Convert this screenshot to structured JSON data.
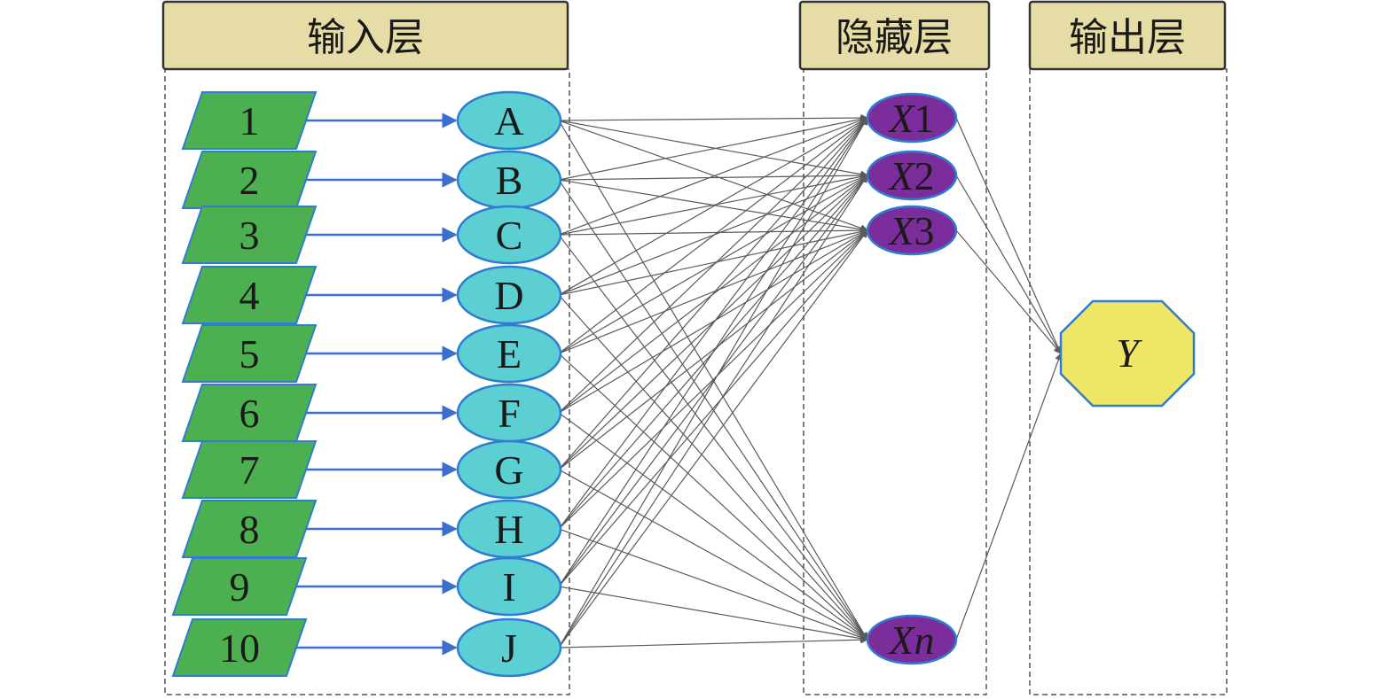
{
  "colors": {
    "header_fill": "#e6dca6",
    "input_fill": "#4caf50",
    "input_stroke": "#2e7dd1",
    "feature_fill": "#5ccfd3",
    "feature_stroke": "#2e7dd1",
    "hidden_fill": "#7b2d9b",
    "hidden_stroke": "#2e7dd1",
    "output_fill": "#f0e665",
    "output_stroke": "#2e7dd1",
    "input_arrow": "#3a6fd0",
    "connection": "#5a5a5a"
  },
  "layers": {
    "input": {
      "title": "输入层"
    },
    "hidden": {
      "title": "隐藏层"
    },
    "output": {
      "title": "输出层"
    }
  },
  "inputs": [
    "1",
    "2",
    "3",
    "4",
    "5",
    "6",
    "7",
    "8",
    "9",
    "10"
  ],
  "features": [
    "A",
    "B",
    "C",
    "D",
    "E",
    "F",
    "G",
    "H",
    "I",
    "J"
  ],
  "hidden_nodes": [
    {
      "prefix": "X",
      "suffix": "1"
    },
    {
      "prefix": "X",
      "suffix": "2"
    },
    {
      "prefix": "X",
      "suffix": "3"
    },
    {
      "prefix": "Xn",
      "suffix": ""
    }
  ],
  "output_node": {
    "label": "Y"
  }
}
